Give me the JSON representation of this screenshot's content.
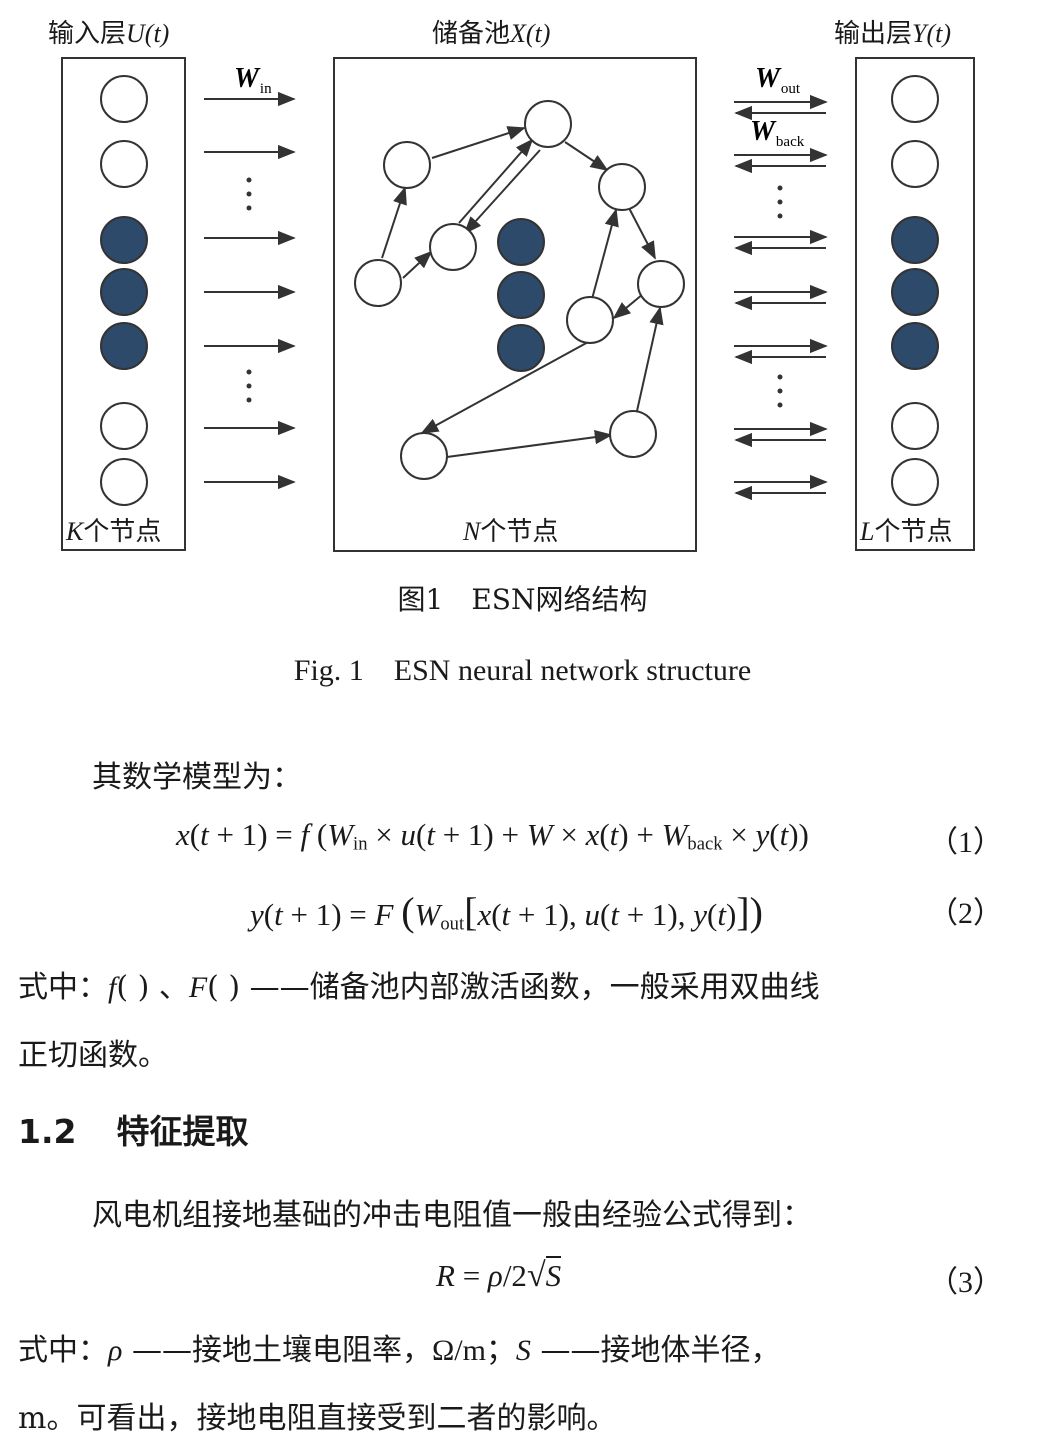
{
  "figure": {
    "input_title_cn": "输入层",
    "input_title_var": "U(t)",
    "reservoir_title_cn": "储备池",
    "reservoir_title_var": "X(t)",
    "output_title_cn": "输出层",
    "output_title_var": "Y(t)",
    "input_count_var": "K",
    "reservoir_count_var": "N",
    "output_count_var": "L",
    "count_suffix": "个节点",
    "w_in_label": "W",
    "w_in_sub": "in",
    "w_out_label": "W",
    "w_out_sub": "out",
    "w_back_label": "W",
    "w_back_sub": "back",
    "node_fill_dark": "#2e4a6b",
    "caption_cn": "图1　ESN网络结构",
    "caption_en": "Fig. 1　ESN neural network structure"
  },
  "text": {
    "intro": "其数学模型为：",
    "eq1_no": "（1）",
    "eq2_no": "（2）",
    "where1_prefix": "式中：",
    "where1_body": "——储备池内部激活函数，一般采用双曲线",
    "where1_line2": "正切函数。",
    "section_num": "1.2",
    "section_title": "特征提取",
    "para2": "风电机组接地基础的冲击电阻值一般由经验公式得到：",
    "eq3_no": "（3）",
    "where2_prefix": "式中：",
    "where2_a": "——接地土壤电阻率，",
    "where2_unit": "Ω/m",
    "where2_b": "；",
    "where2_c": "——接地体半径，",
    "where2_line2": "m。可看出，接地电阻直接受到二者的影响。"
  }
}
